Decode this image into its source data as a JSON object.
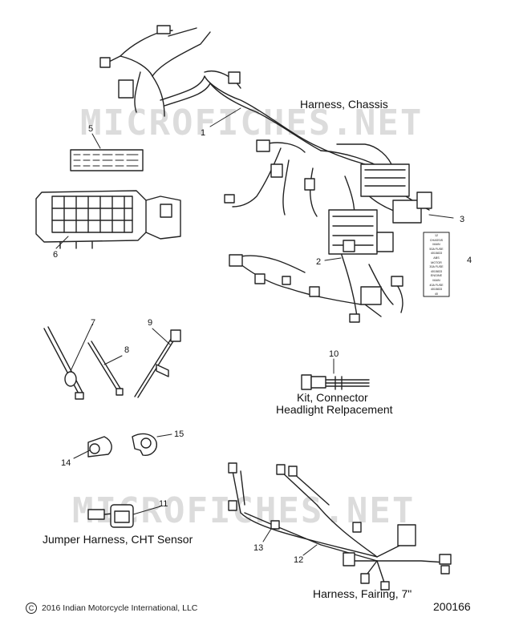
{
  "watermark": "MICROFICHES.NET",
  "labels": {
    "harness_chassis": "Harness, Chassis",
    "kit_connector_1": "Kit, Connector",
    "kit_connector_2": "Headlight Relpacement",
    "jumper_harness": "Jumper Harness, CHT Sensor",
    "harness_fairing": "Harness, Fairing, 7\""
  },
  "callouts": {
    "c1": "1",
    "c2": "2",
    "c3": "3",
    "c4": "4",
    "c5": "5",
    "c6": "6",
    "c7": "7",
    "c8": "8",
    "c9": "9",
    "c10": "10",
    "c11": "11",
    "c12": "12",
    "c13": "13",
    "c14": "14",
    "c15": "15"
  },
  "fuse_label": {
    "lines": [
      "12",
      "CHASSIS",
      "MAIN",
      "50A  FUSE",
      "4015833",
      "ABS",
      "MOTOR",
      "30A  FUSE",
      "4015833",
      "ENGINE",
      "MAIN",
      "40A  FUSE",
      "4015833",
      "40"
    ]
  },
  "copyright": "2016 Indian Motorcycle International, LLC",
  "copyright_symbol": "C",
  "figure_number": "200166"
}
